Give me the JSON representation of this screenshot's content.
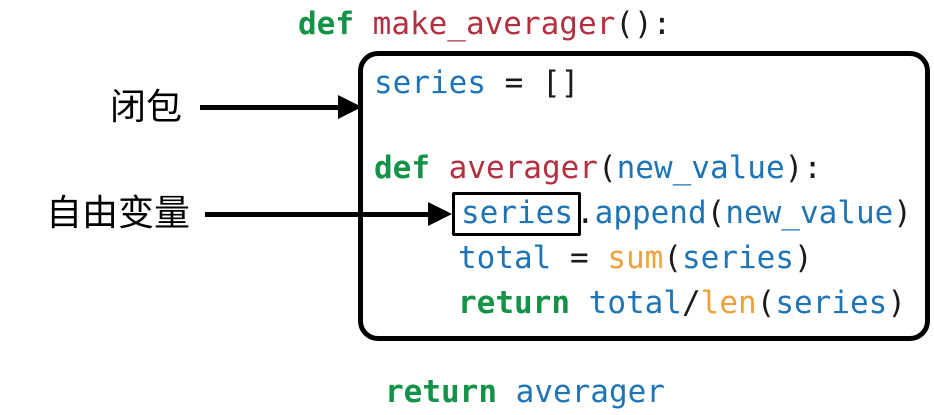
{
  "colors": {
    "keyword": "#149348",
    "function_name": "#b23040",
    "variable": "#1e74b4",
    "builtin": "#efa13b",
    "plain": "#1a1a1a",
    "line_and_border": "#000000",
    "background": "#ffffff"
  },
  "annotations": {
    "closure": {
      "label": "闭包"
    },
    "free_variable": {
      "label": "自由变量"
    }
  },
  "code": {
    "header_line": [
      {
        "text": "def ",
        "type": "keyword",
        "bold": true
      },
      {
        "text": "make_averager",
        "type": "function_name"
      },
      {
        "text": "():",
        "type": "plain"
      }
    ],
    "box_lines": [
      [
        {
          "text": "series",
          "type": "variable"
        },
        {
          "text": " = []",
          "type": "plain"
        }
      ],
      [
        {
          "text": "def ",
          "type": "keyword",
          "bold": true
        },
        {
          "text": "averager",
          "type": "function_name"
        },
        {
          "text": "(",
          "type": "plain"
        },
        {
          "text": "new_value",
          "type": "variable"
        },
        {
          "text": "):",
          "type": "plain"
        }
      ],
      [
        {
          "text": "series",
          "type": "variable",
          "boxed": true
        },
        {
          "text": ".",
          "type": "plain"
        },
        {
          "text": "append",
          "type": "variable"
        },
        {
          "text": "(",
          "type": "plain"
        },
        {
          "text": "new_value",
          "type": "variable"
        },
        {
          "text": ")",
          "type": "plain"
        }
      ],
      [
        {
          "text": "total",
          "type": "variable"
        },
        {
          "text": " = ",
          "type": "plain"
        },
        {
          "text": "sum",
          "type": "builtin"
        },
        {
          "text": "(",
          "type": "plain"
        },
        {
          "text": "series",
          "type": "variable"
        },
        {
          "text": ")",
          "type": "plain"
        }
      ],
      [
        {
          "text": "return",
          "type": "keyword",
          "bold": true
        },
        {
          "text": " ",
          "type": "plain"
        },
        {
          "text": "total",
          "type": "variable"
        },
        {
          "text": "/",
          "type": "plain"
        },
        {
          "text": "len",
          "type": "builtin"
        },
        {
          "text": "(",
          "type": "plain"
        },
        {
          "text": "series",
          "type": "variable"
        },
        {
          "text": ")",
          "type": "plain"
        }
      ]
    ],
    "footer_line": [
      {
        "text": "return",
        "type": "keyword",
        "bold": true
      },
      {
        "text": " ",
        "type": "plain"
      },
      {
        "text": "averager",
        "type": "variable"
      }
    ]
  }
}
